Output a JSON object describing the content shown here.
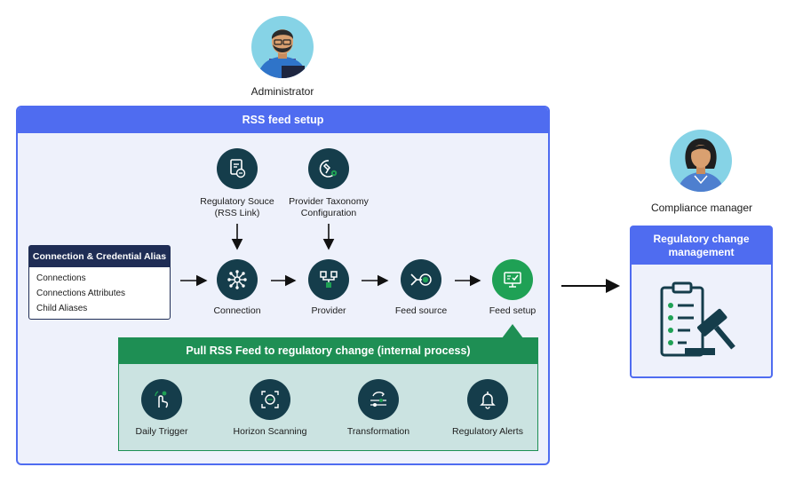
{
  "actors": {
    "administrator": "Administrator",
    "compliance_manager": "Compliance manager"
  },
  "rss_panel": {
    "title": "RSS feed setup",
    "sources": [
      {
        "label_line1": "Regulatory Souce",
        "label_line2": "(RSS Link)",
        "icon": "rss-document-icon"
      },
      {
        "label_line1": "Provider Taxonomy",
        "label_line2": "Configuration",
        "icon": "wrench-gear-icon"
      }
    ],
    "alias_box": {
      "title": "Connection & Credential Alias",
      "items": [
        "Connections",
        "Connections Attributes",
        "Child Aliases"
      ]
    },
    "flow": [
      {
        "label": "Connection",
        "icon": "network-hub-icon"
      },
      {
        "label": "Provider",
        "icon": "hierarchy-icon"
      },
      {
        "label": "Feed source",
        "icon": "feed-source-icon"
      },
      {
        "label": "Feed setup",
        "icon": "monitor-check-icon",
        "accent": "#1fa155"
      }
    ]
  },
  "pull_panel": {
    "title": "Pull RSS Feed to regulatory change (internal process)",
    "steps": [
      {
        "label": "Daily Trigger",
        "icon": "touch-trigger-icon"
      },
      {
        "label": "Horizon Scanning",
        "icon": "scan-chat-icon"
      },
      {
        "label": "Transformation",
        "icon": "transform-sliders-icon"
      },
      {
        "label": "Regulatory Alerts",
        "icon": "bell-icon"
      }
    ]
  },
  "rc_panel": {
    "title_line1": "Regulatory change",
    "title_line2": "management",
    "icon": "clipboard-gavel-icon"
  },
  "colors": {
    "blue_accent": "#4f6cf0",
    "panel_bg": "#eef1fb",
    "dark_node": "#153d4b",
    "green_node": "#1fa155",
    "green_header": "#1e8f54",
    "teal_panel": "#cbe3e1",
    "alias_header": "#1f2d55"
  }
}
